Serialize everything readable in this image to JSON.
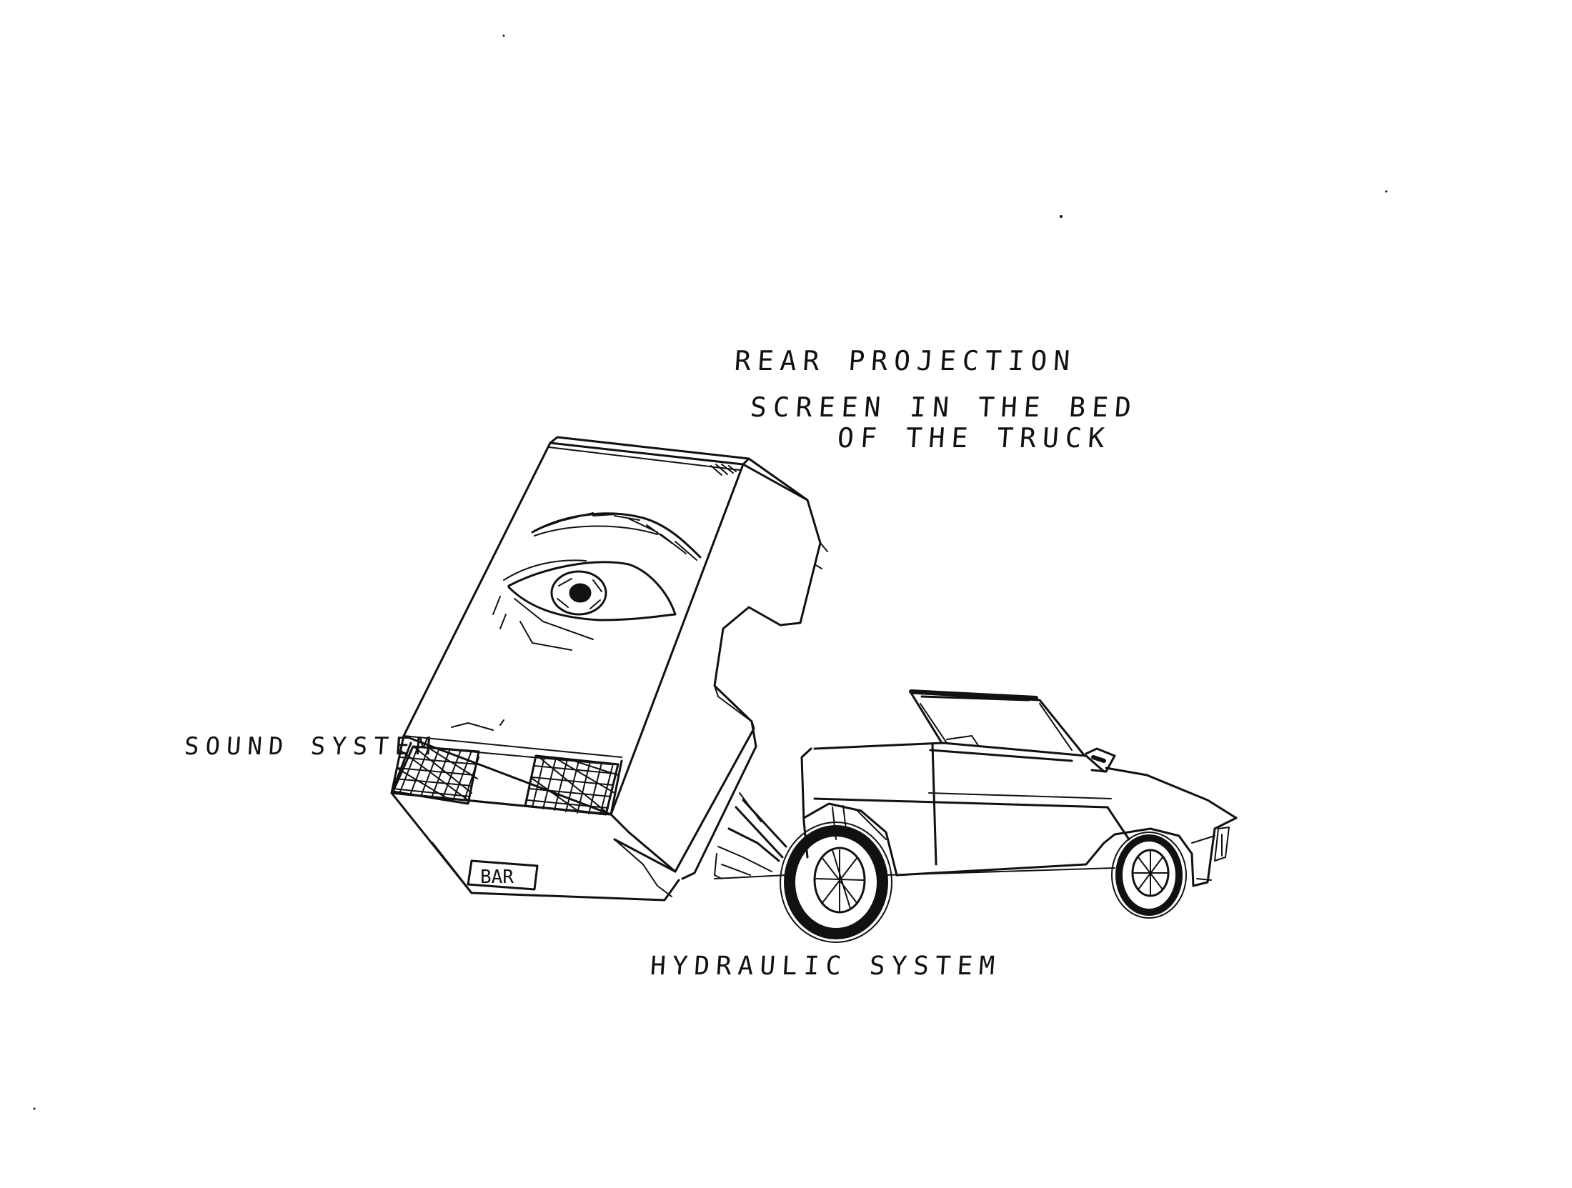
{
  "labels": {
    "rear_projection_line1": "REAR PROJECTION",
    "rear_projection_line2": "SCREEN IN THE BED",
    "rear_projection_line3": "OF THE TRUCK",
    "sound_system": "SOUND SYSTEM",
    "hydraulic_system": "HYDRAULIC SYSTEM",
    "plate_text": "BAR"
  },
  "colors": {
    "ink": "#111111",
    "paper": "#ffffff"
  }
}
